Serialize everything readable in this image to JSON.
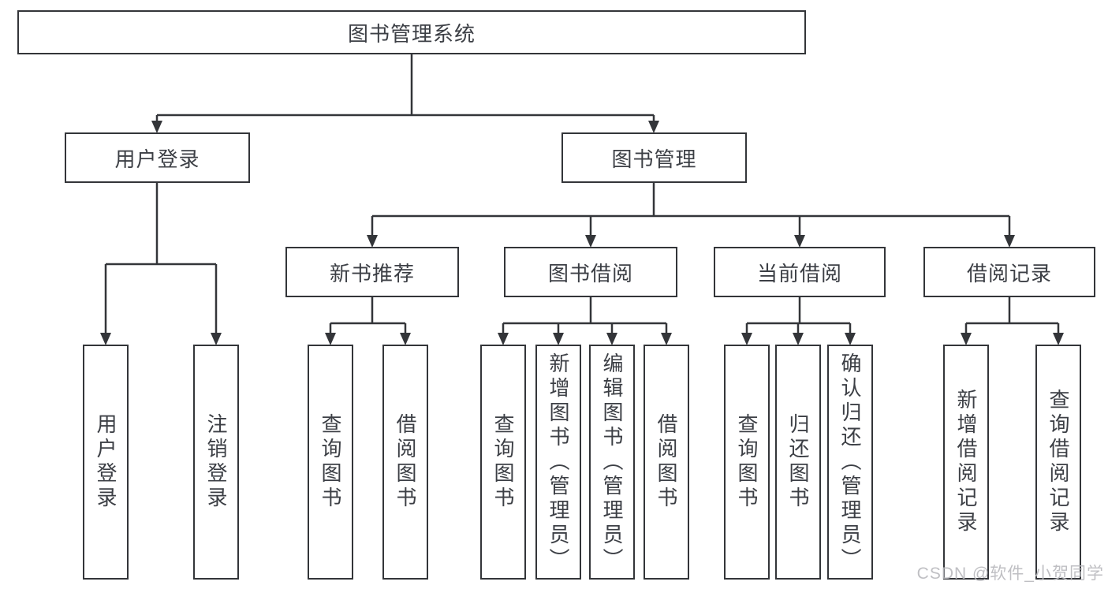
{
  "diagram": {
    "root": {
      "label": "图书管理系统"
    },
    "login_branch": {
      "label": "用户登录",
      "children": [
        {
          "label": "用户登录"
        },
        {
          "label": "注销登录"
        }
      ]
    },
    "mgmt_branch": {
      "label": "图书管理",
      "groups": [
        {
          "label": "新书推荐",
          "children": [
            {
              "label": "查询图书"
            },
            {
              "label": "借阅图书"
            }
          ]
        },
        {
          "label": "图书借阅",
          "children": [
            {
              "label": "查询图书"
            },
            {
              "label": "新增图书（管理员）"
            },
            {
              "label": "编辑图书（管理员）"
            },
            {
              "label": "借阅图书"
            }
          ]
        },
        {
          "label": "当前借阅",
          "children": [
            {
              "label": "查询图书"
            },
            {
              "label": "归还图书"
            },
            {
              "label": "确认归还（管理员）"
            }
          ]
        },
        {
          "label": "借阅记录",
          "children": [
            {
              "label": "新增借阅记录"
            },
            {
              "label": "查询借阅记录"
            }
          ]
        }
      ]
    }
  },
  "watermark": {
    "text": "CSDN @软件_小贺同学"
  },
  "colors": {
    "line": "#333539",
    "box_border": "#333539",
    "text": "#3c3f45",
    "watermark": "#b9b9bd",
    "background": "#ffffff"
  }
}
